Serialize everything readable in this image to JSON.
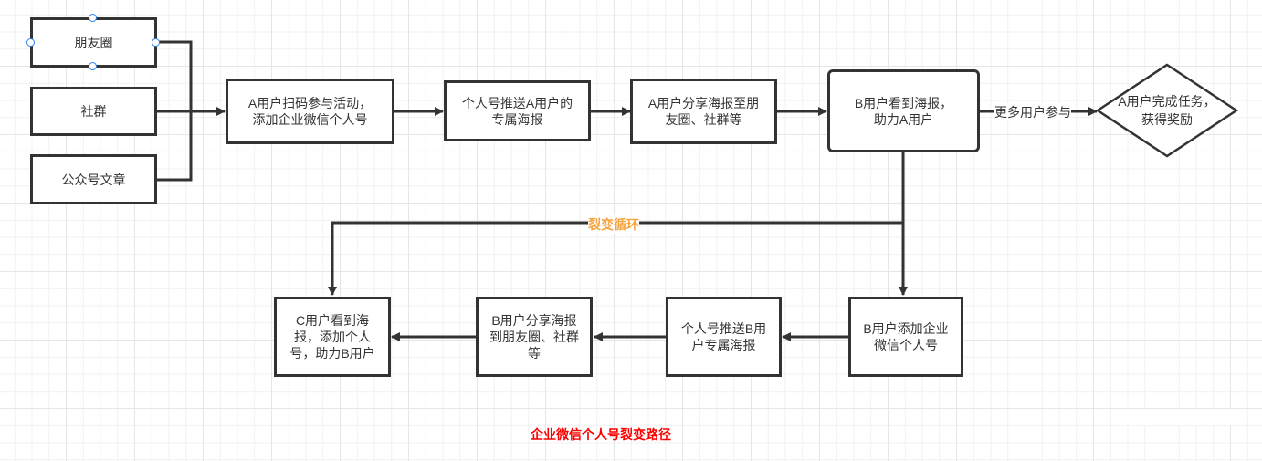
{
  "diagram": {
    "title": "企业微信个人号裂变路径",
    "colors": {
      "stroke": "#333333",
      "selection_handle": "#2f80ed",
      "loop_label": "#f5a540",
      "title": "#ff0000"
    },
    "sources": [
      {
        "id": "moments",
        "label": "朋友圈",
        "selected": true
      },
      {
        "id": "community",
        "label": "社群"
      },
      {
        "id": "official_article",
        "label": "公众号文章"
      }
    ],
    "nodes": {
      "a_scan": "A用户扫码参与活动，添加企业微信个人号",
      "push_a_poster": "个人号推送A用户的专属海报",
      "a_share": "A用户分享海报至朋友圈、社群等",
      "b_see": "B用户看到海报，助力A用户",
      "a_complete": "A用户完成任务，获得奖励",
      "b_add": "B用户添加企业微信个人号",
      "push_b_poster": "个人号推送B用户专属海报",
      "b_share": "B用户分享海报到朋友圈、社群等",
      "c_see": "C用户看到海报，添加个人号，助力B用户"
    },
    "edge_labels": {
      "more_users": "更多用户参与",
      "fission_loop": "裂变循环"
    }
  }
}
